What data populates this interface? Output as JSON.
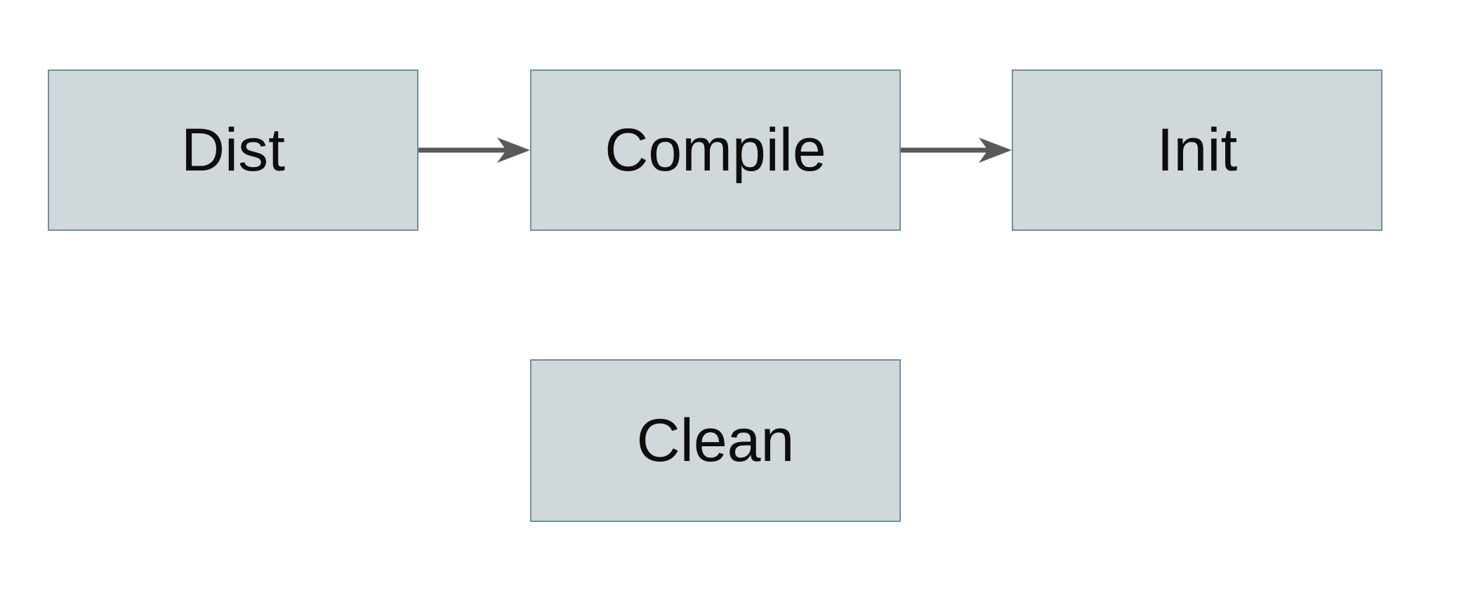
{
  "diagram": {
    "type": "flowchart",
    "nodes": [
      {
        "id": "dist",
        "label": "Dist"
      },
      {
        "id": "compile",
        "label": "Compile"
      },
      {
        "id": "init",
        "label": "Init"
      },
      {
        "id": "clean",
        "label": "Clean"
      }
    ],
    "edges": [
      {
        "from": "Dist",
        "to": "Compile",
        "style": "solid-arrow-right"
      },
      {
        "from": "Compile",
        "to": "Init",
        "style": "solid-arrow-right"
      }
    ]
  },
  "colors": {
    "background": "#ffffff",
    "node_fill": "#d0d8db",
    "node_border": "#72909c",
    "arrow": "#595959",
    "label": "#0d0d0d"
  }
}
